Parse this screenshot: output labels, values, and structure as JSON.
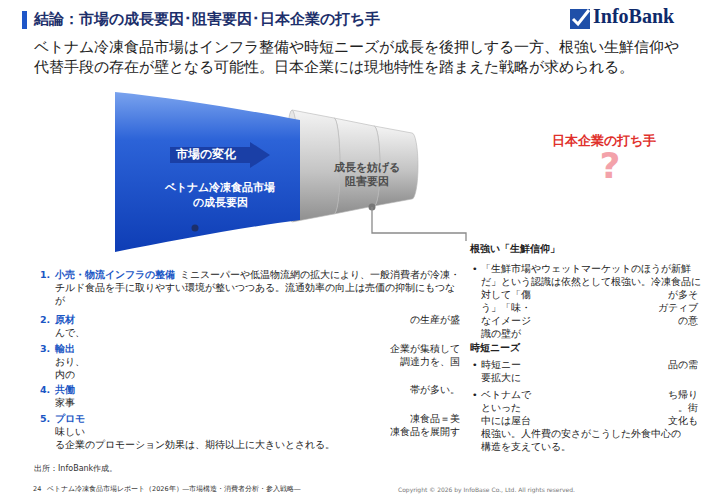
{
  "diagram": {
    "title": "結論：市場の成長要因･阻害要因･日本企業の打ち手",
    "nodes": [
      {
        "text": [
          "ベトナム冷凍食品市場の成長要因"
        ]
      },
      {
        "text": [
          "市場の変化"
        ],
        "in": 0
      },
      {
        "text": [
          "成長を妨げる阻害要因"
        ]
      }
    ],
    "labels": [
      "InfoBank",
      "ベトナム冷凍食品市場はインフラ整備や時短ニーズが成長を後押しする一方、根強い生鮮信仰や代替手段の存在が壁となる可能性。日本企業には現地特性を踏まえた戦略が求められる。",
      "日本企業の打ち手",
      "?",
      "1.",
      "小売・物流インフラの整備",
      "ミニスーパーや低温物流網の拡大により、一般消費者が冷凍・チルド食品を手に取りやすい環境が整いつつある。流通効率の向上は売価の抑制にもつなが",
      "2.",
      "原材",
      "の生産が盛",
      "んで、",
      "3.",
      "輸出",
      "企業が集積して",
      "おり、",
      "調達力を、国",
      "内の",
      "4.",
      "共働",
      "帯が多い。",
      "家事",
      "5.",
      "プロモ",
      "凍食品＝美",
      "味しい",
      "凍食品を展開す",
      "る企業のプロモーション効果は、期待以上に大きいとされる。",
      "根強い「生鮮信仰」",
      "•",
      "「生鮮市場やウェットマーケットのほうが新鮮だ」という認識は依然として根強い。冷凍食品に",
      "対して「傷",
      "が多そ",
      "う」「味・",
      "ガティブ",
      "なイメージ",
      "の意",
      "識の壁が",
      "時短ニーズ",
      "•",
      "時短ニー",
      "品の需",
      "要拡大に",
      "•",
      "ベトナムで",
      "ち帰り",
      "といった",
      "。街",
      "中には屋台",
      "文化も",
      "根強い。人件費の安さがこうした外食中心の構造を支えている。",
      "出所：InfoBank作成。",
      "24",
      "ベトナム冷凍食品市場レポート（2026年）―市場構造・消費者分析・参入戦略―",
      "Copyright © 2026 by InfoBase Co., Ltd. All rights reserved."
    ]
  }
}
